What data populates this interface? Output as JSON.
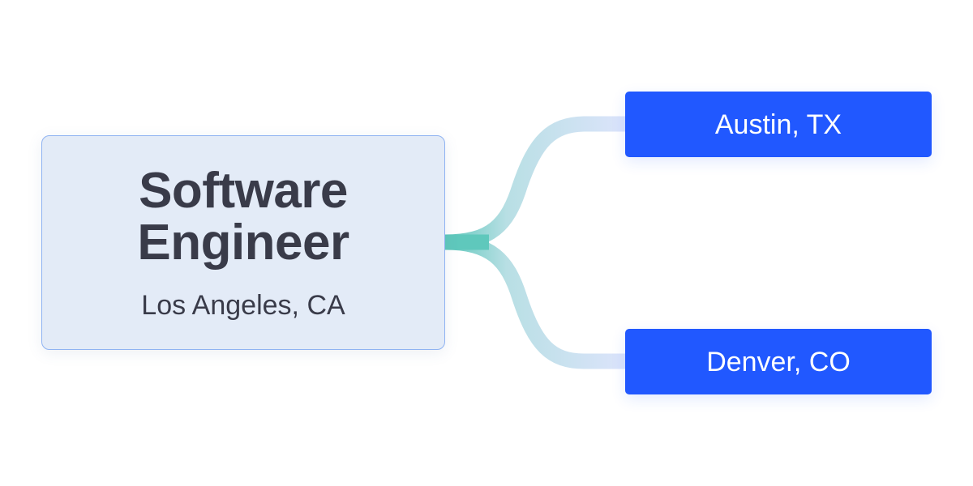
{
  "diagram": {
    "source": {
      "title": "Software Engineer",
      "subtitle": "Los Angeles, CA"
    },
    "targets": [
      {
        "label": "Austin, TX"
      },
      {
        "label": "Denver, CO"
      }
    ]
  },
  "colors": {
    "source_fill": "#e3ebf7",
    "source_border": "#8fb3f2",
    "target_fill": "#2158ff",
    "connector_start": "#5fc8bc",
    "connector_end": "#dce4fb",
    "title_text": "#393b49"
  }
}
